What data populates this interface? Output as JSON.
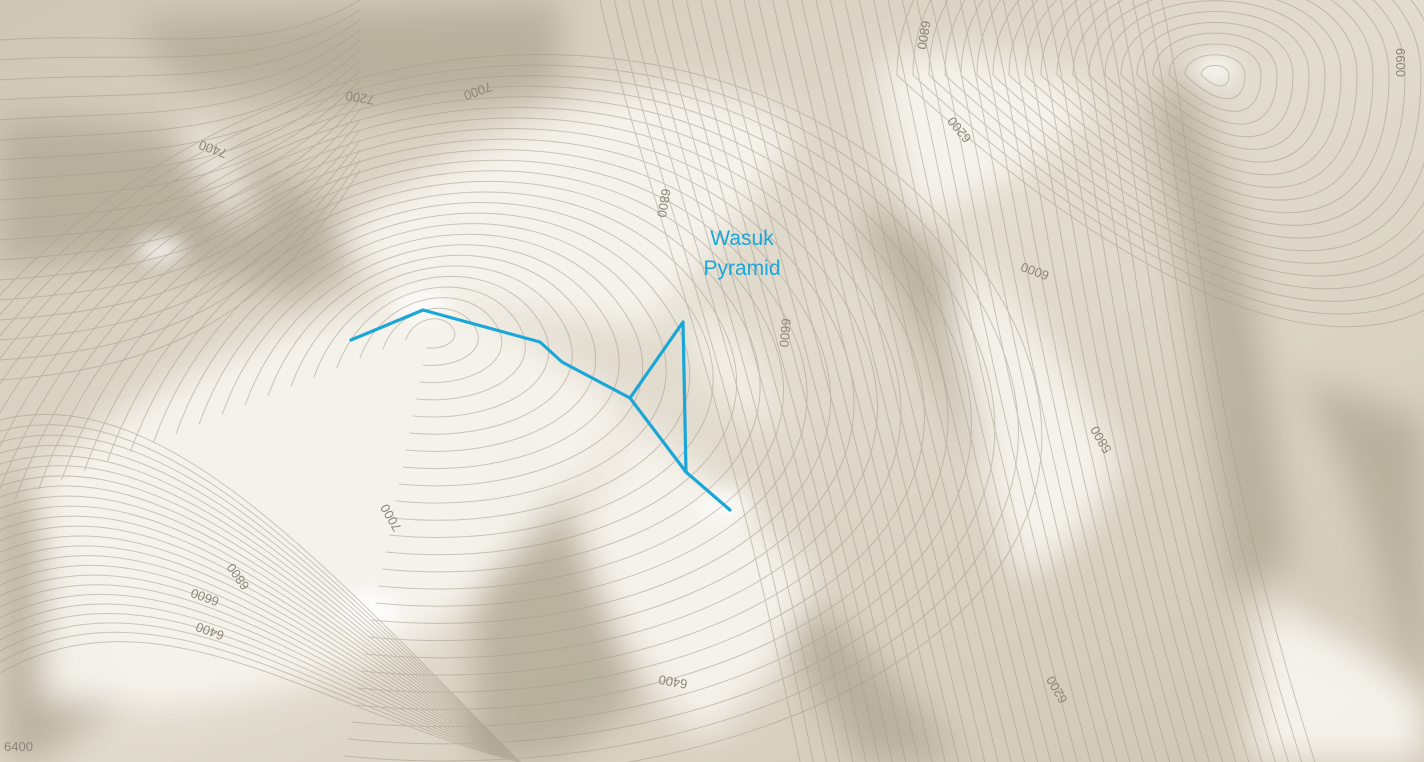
{
  "map": {
    "colors": {
      "route": "#1aa6d6",
      "label": "#1aa6d6",
      "terrain_light": "#f6f3ec",
      "terrain_mid": "#d9d2c4",
      "terrain_dark": "#b9b09e",
      "contour": "#a59d8d"
    },
    "peak_label": {
      "line1": "Wasuk",
      "line2": "Pyramid"
    },
    "contour_labels": [
      {
        "text": "7400"
      },
      {
        "text": "7200"
      },
      {
        "text": "7000"
      },
      {
        "text": "6800"
      },
      {
        "text": "6600"
      },
      {
        "text": "7000"
      },
      {
        "text": "6800"
      },
      {
        "text": "6600"
      },
      {
        "text": "6400"
      },
      {
        "text": "6800"
      },
      {
        "text": "6200"
      },
      {
        "text": "6000"
      },
      {
        "text": "6600"
      },
      {
        "text": "6400"
      },
      {
        "text": "6200"
      },
      {
        "text": "6400"
      },
      {
        "text": "5800"
      }
    ]
  }
}
